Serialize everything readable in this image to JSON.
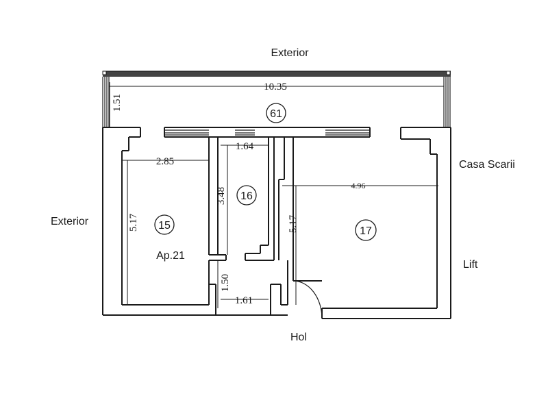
{
  "labels": {
    "top": "Exterior",
    "left": "Exterior",
    "right_top": "Casa Scarii",
    "right_bottom": "Lift",
    "bottom": "Hol",
    "apartment": "Ap.21"
  },
  "rooms": [
    "61",
    "15",
    "16",
    "17"
  ],
  "dimensions": {
    "balcony_width": "10.35",
    "balcony_depth": "1.51",
    "room15_width": "2.85",
    "room15_depth": "5.17",
    "room16_width": "1.64",
    "room16_depth": "3.48",
    "room17_width": "4.96",
    "room17_depth": "5.17",
    "hall_width": "1.61",
    "hall_depth": "1.50"
  }
}
